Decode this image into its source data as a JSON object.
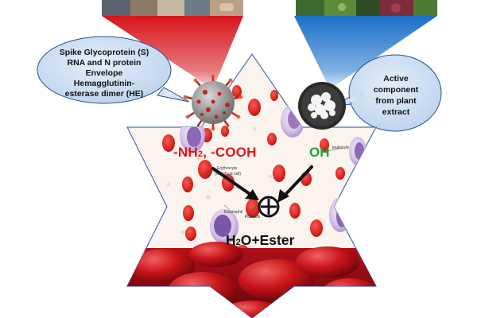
{
  "left_bubble": {
    "lines": [
      "Spike Glycoprotein (S)",
      "RNA and N protein",
      "Envelope",
      "Hemagglutinin-",
      "esterase dimer (HE)"
    ]
  },
  "right_bubble": {
    "lines": [
      "Active",
      "component",
      "from plant",
      "extract"
    ]
  },
  "reactants": {
    "virus_groups": {
      "prefix": "-NH",
      "sub": "2",
      "suffix": ", -COOH"
    },
    "plant_group": "OH"
  },
  "operator_symbol": "⊕",
  "product": {
    "prefix": "H",
    "sub": "2",
    "suffix": "O+Ester"
  },
  "cell_labels": {
    "erythrocyte": "Erythrocyte",
    "erythrocyte_note": "(red blood cell)",
    "leukocyte": "leukocyte",
    "eosinophil": "Eosinophil",
    "platelets": "Platelets"
  },
  "colors": {
    "red_funnel": "#d8141c",
    "blue_funnel": "#1c6fc8",
    "bubble_fill": "#cfe0f4",
    "bubble_stroke": "#2a4f8a",
    "amine_text": "#e0141c",
    "hydroxyl_text": "#19a035"
  },
  "icons": [
    "virus-icon",
    "plant-powder-bowl-icon",
    "circled-plus-icon"
  ]
}
